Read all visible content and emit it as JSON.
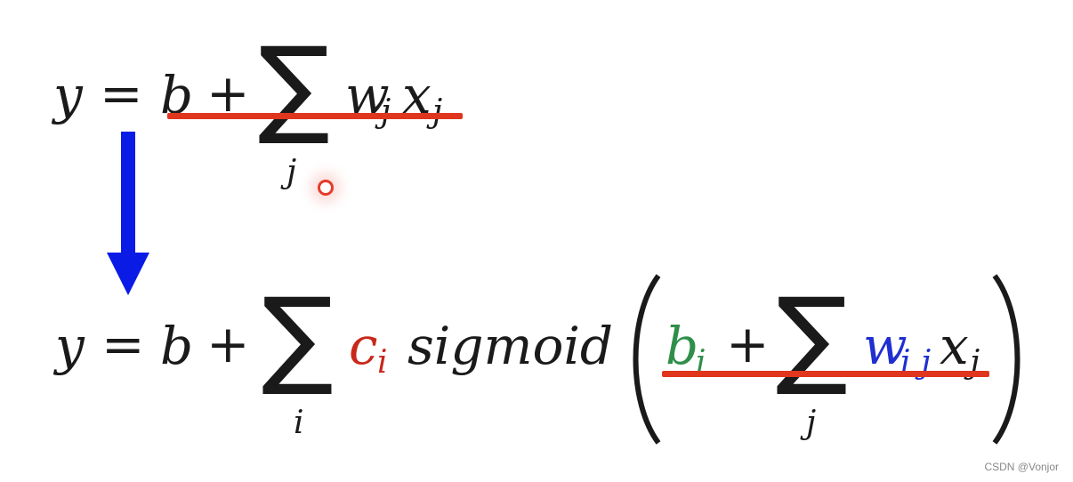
{
  "equation_1": {
    "y": "y",
    "equals": "=",
    "b": "b",
    "plus": "+",
    "sum_sub": "j",
    "w": "w",
    "w_sub": "j",
    "x": "x",
    "x_sub": "j"
  },
  "equation_2": {
    "y": "y",
    "equals": "=",
    "b": "b",
    "plus": "+",
    "sum_sub": "i",
    "c": "c",
    "c_sub": "i",
    "sigmoid": "sigmoid",
    "bi": "b",
    "bi_sub": "i",
    "plus2": "+",
    "inner_sum_sub": "j",
    "w": "w",
    "w_sub": "i j",
    "x": "x",
    "x_sub": "j"
  },
  "colors": {
    "arrow": "#0a1be6",
    "highlight_line": "#e0361d",
    "c_term": "#c8281a",
    "b_i_term": "#2f8f4a",
    "w_ij_term": "#1f2fd0",
    "text": "#1a1a1a"
  },
  "icons": {
    "arrow": "down-arrow-icon",
    "cursor": "cursor-dot-icon"
  },
  "watermark": "CSDN @Vonjor"
}
